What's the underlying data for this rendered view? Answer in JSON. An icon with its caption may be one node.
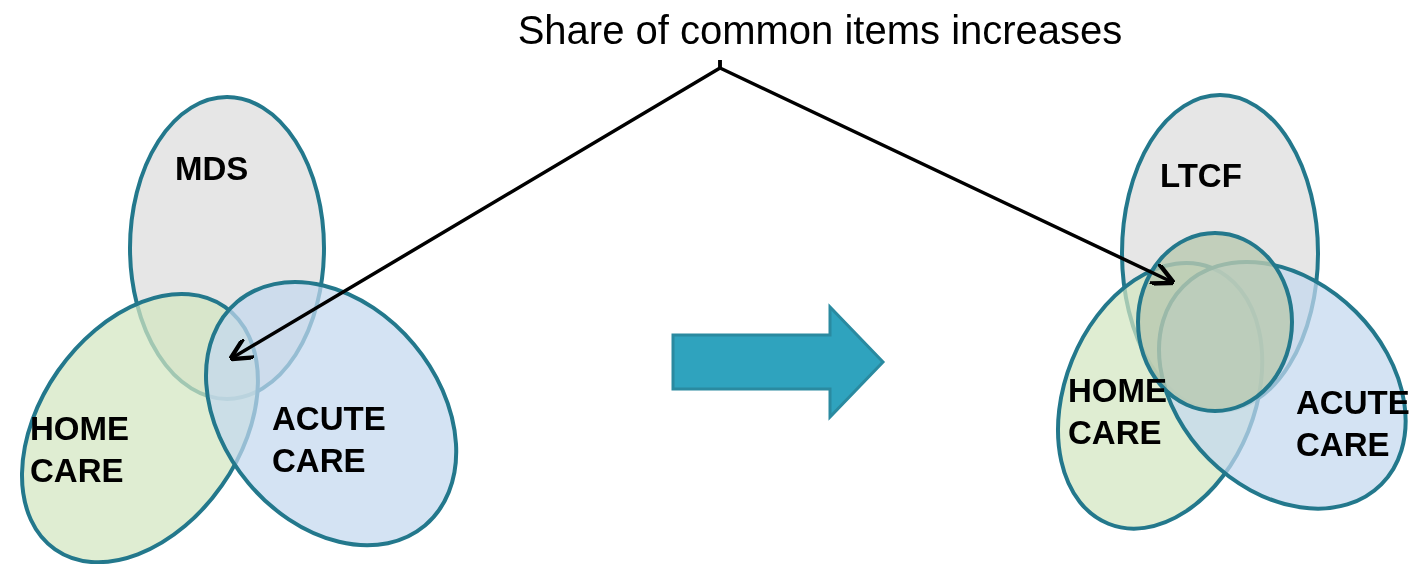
{
  "diagram": {
    "nodes": [
      {
        "text": [
          "Share of common items increases"
        ]
      },
      {
        "text": [
          "MDS"
        ]
      },
      {
        "text": [
          "HOME CARE"
        ]
      },
      {
        "text": [
          "ACUTE CARE"
        ]
      },
      {
        "text": [
          "LTCF"
        ]
      },
      {
        "text": [],
        "shape": "ellipse",
        "in": 4
      },
      {
        "text": [
          "HOME CARE"
        ]
      },
      {
        "text": [
          "ACUTE CARE"
        ]
      }
    ],
    "edges": [
      {
        "from": 0,
        "to": 1,
        "arrow": "to"
      },
      {
        "from": 0,
        "to": 5,
        "arrow": "to"
      }
    ]
  }
}
